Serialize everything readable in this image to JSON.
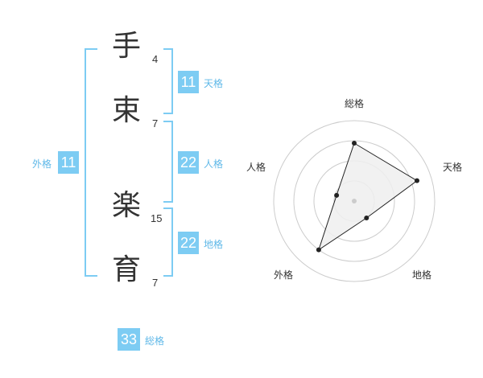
{
  "name": {
    "chars": [
      {
        "char": "手",
        "strokes": "4"
      },
      {
        "char": "束",
        "strokes": "7"
      },
      {
        "char": "楽",
        "strokes": "15"
      },
      {
        "char": "育",
        "strokes": "7"
      }
    ]
  },
  "fortunes": {
    "tenkaku": {
      "value": "11",
      "label": "天格"
    },
    "jinkaku": {
      "value": "22",
      "label": "人格"
    },
    "chikaku": {
      "value": "22",
      "label": "地格"
    },
    "gaikaku": {
      "value": "11",
      "label": "外格"
    },
    "soukaku": {
      "value": "33",
      "label": "総格"
    }
  },
  "radar": {
    "labels": {
      "soukaku": "総格",
      "tenkaku": "天格",
      "chikaku": "地格",
      "gaikaku": "外格",
      "jinkaku": "人格"
    },
    "levels": {
      "soukaku": 0.72,
      "tenkaku": 0.82,
      "chikaku": 0.26,
      "gaikaku": 0.75,
      "jinkaku": 0.23
    },
    "grid_rings": 4
  },
  "colors": {
    "accent": "#7dccf3",
    "text": "#333333",
    "grid": "#cccccc",
    "fill": "#eeeeee"
  }
}
